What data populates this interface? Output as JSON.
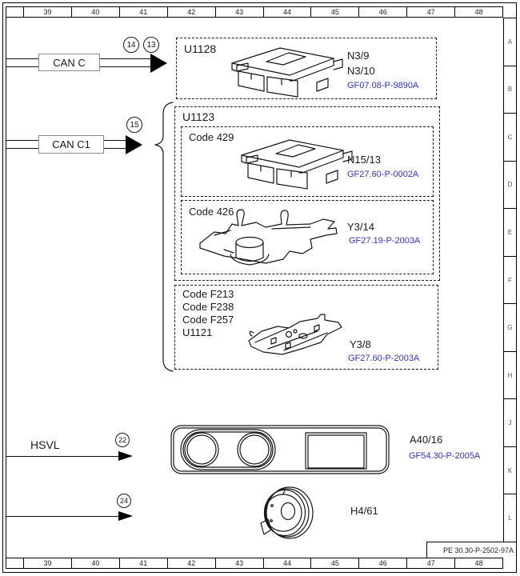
{
  "doc_number": "PE 30.30-P-2502-97A",
  "colors": {
    "link_blue": "#3232cc",
    "line": "#1a1a1a"
  },
  "rulers": {
    "columns": [
      "39",
      "40",
      "41",
      "42",
      "43",
      "44",
      "45",
      "46",
      "47",
      "48"
    ],
    "rows": [
      "A",
      "B",
      "C",
      "D",
      "E",
      "F",
      "G",
      "H",
      "J",
      "K",
      "L"
    ]
  },
  "bus_can_c": {
    "label": "CAN C",
    "callouts": [
      "14",
      "13"
    ]
  },
  "bus_can_c1": {
    "label": "CAN C1",
    "callout": "15"
  },
  "bus_hsvl": {
    "label": "HSVL",
    "callout": "22"
  },
  "bus_horn": {
    "callout": "24"
  },
  "group_u1128": {
    "unit": "U1128",
    "component_1": "N3/9",
    "component_2": "N3/10",
    "doc_link": "GF07.08-P-9890A"
  },
  "group_u1123": {
    "unit": "U1123",
    "variant_429": {
      "code": "Code 429",
      "component": "N15/13",
      "doc_link": "GF27.60-P-0002A"
    },
    "variant_426": {
      "code": "Code 426",
      "component": "Y3/14",
      "doc_link": "GF27.19-P-2003A"
    }
  },
  "group_f213": {
    "code_1": "Code F213",
    "code_2": "Code F238",
    "code_3": "Code F257",
    "unit": "U1121",
    "component": "Y3/8",
    "doc_link": "GF27.60-P-2003A"
  },
  "group_cluster": {
    "component": "A40/16",
    "doc_link": "GF54.30-P-2005A"
  },
  "group_horn": {
    "component": "H4/61"
  }
}
